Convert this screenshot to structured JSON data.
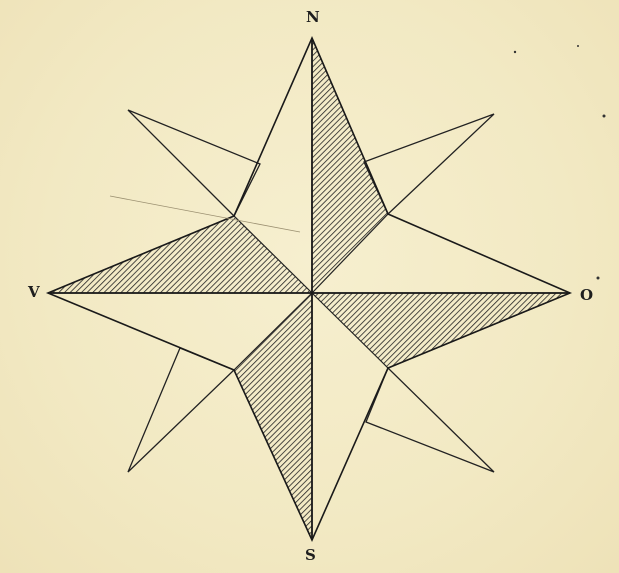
{
  "compass": {
    "north_label": "N",
    "south_label": "S",
    "west_label": "V",
    "east_label": "O"
  },
  "colors": {
    "background": "#f3ebc6",
    "ink": "#1e1e1e"
  }
}
